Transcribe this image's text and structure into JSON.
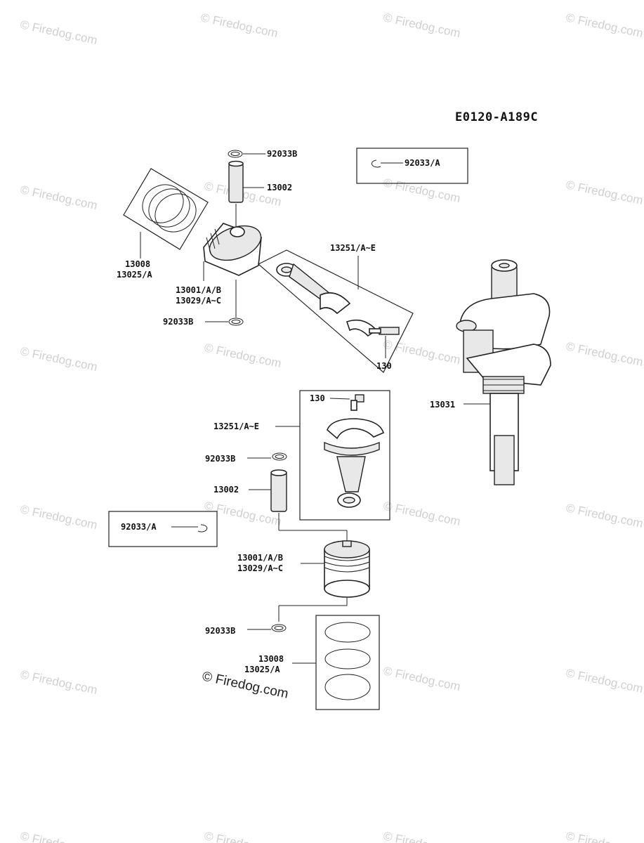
{
  "diagram_code": "E0120-A189C",
  "watermark": "© Firedog.com",
  "labels": {
    "top_clip": "92033B",
    "top_pin": "13002",
    "inset_clip": "92033/A",
    "top_rings_1": "13008",
    "top_rings_2": "13025/A",
    "top_rod": "13251/A~E",
    "top_piston_1": "13001/A/B",
    "top_piston_2": "13029/A~C",
    "top_clip_lower": "92033B",
    "top_bolt": "130",
    "crankshaft": "13031",
    "bottom_bolt": "130",
    "bottom_rod": "13251/A~E",
    "bottom_clip": "92033B",
    "bottom_pin": "13002",
    "bottom_inset_clip": "92033/A",
    "bottom_piston_1": "13001/A/B",
    "bottom_piston_2": "13029/A~C",
    "bottom_clip_lower": "92033B",
    "bottom_rings_1": "13008",
    "bottom_rings_2": "13025/A"
  }
}
